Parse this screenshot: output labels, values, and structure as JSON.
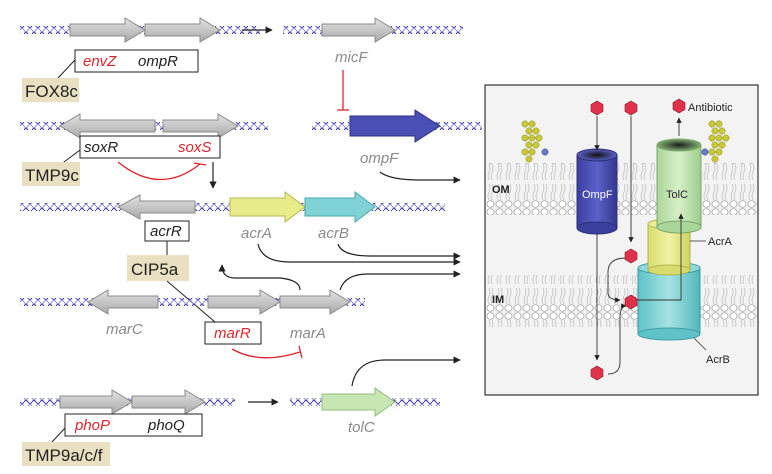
{
  "colors": {
    "red": "#e0242c",
    "grey_label": "#8a8a8a",
    "dna_blue": "#3a3aa6",
    "gene_grey": "#bdbdbd",
    "tag_bg": "#e8e0c0",
    "ompF_blue": "#4a4fb5",
    "acrA_yellow": "#e8eb8a",
    "acrB_cyan": "#7fd3d6",
    "tolC_green": "#c8e6b4",
    "hex_red": "#e0314a"
  },
  "genes": {
    "envZ": "envZ",
    "ompR": "ompR",
    "micF": "micF",
    "ompF": "ompF",
    "soxR": "soxR",
    "soxS": "soxS",
    "acrR": "acrR",
    "acrA": "acrA",
    "acrB": "acrB",
    "marC": "marC",
    "marR": "marR",
    "marA": "marA",
    "phoP": "phoP",
    "phoQ": "phoQ",
    "tolC": "tolC"
  },
  "mutants": {
    "fox8c": "FOX8c",
    "tmp9c": "TMP9c",
    "cip5a": "CIP5a",
    "tmp9acf": "TMP9a/c/f"
  },
  "cell": {
    "antibiotic": "Antibiotic",
    "om": "OM",
    "im": "IM",
    "ompF": "OmpF",
    "tolC": "TolC",
    "acrA": "AcrA",
    "acrB": "AcrB"
  }
}
